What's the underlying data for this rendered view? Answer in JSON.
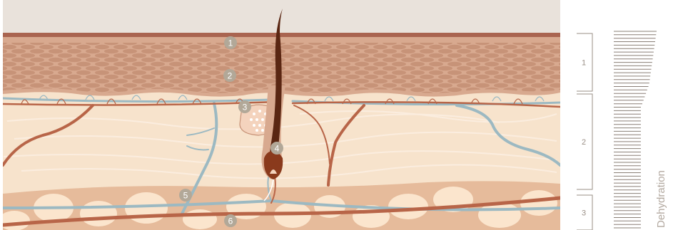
{
  "colors": {
    "background": "#ffffff",
    "top_air": "#e9e2db",
    "surface_line": "#a96450",
    "epidermis": "#d8a98f",
    "epidermis_cells": "#c79378",
    "dermis": "#f7e3cc",
    "dermis_swirl": "#fbecdc",
    "fat_layer": "#e6bb9b",
    "fat_cells": "#fbe5cd",
    "artery": "#b86548",
    "vein": "#9cb9c2",
    "hair": "#5a2612",
    "hair_bulb": "#8a3a1c",
    "gland": "#f4d3bd",
    "badge": "#b2a898",
    "badge_text": "#ffffff",
    "bracket": "#9a8f86",
    "scale_line": "#8a7f76",
    "dehydration_text": "#b3a9a0"
  },
  "markers": [
    {
      "number": "1",
      "name": "marker-1-surface"
    },
    {
      "number": "2",
      "name": "marker-2-epidermis"
    },
    {
      "number": "3",
      "name": "marker-3-gland"
    },
    {
      "number": "4",
      "name": "marker-4-hair-follicle"
    },
    {
      "number": "5",
      "name": "marker-5-vessel"
    },
    {
      "number": "6",
      "name": "marker-6-fat"
    }
  ],
  "layers": [
    {
      "number": "1",
      "name": "layer-label-1"
    },
    {
      "number": "2",
      "name": "layer-label-2"
    },
    {
      "number": "3",
      "name": "layer-label-3"
    }
  ],
  "scale": {
    "label": "Dehydration",
    "line_count": 58
  }
}
